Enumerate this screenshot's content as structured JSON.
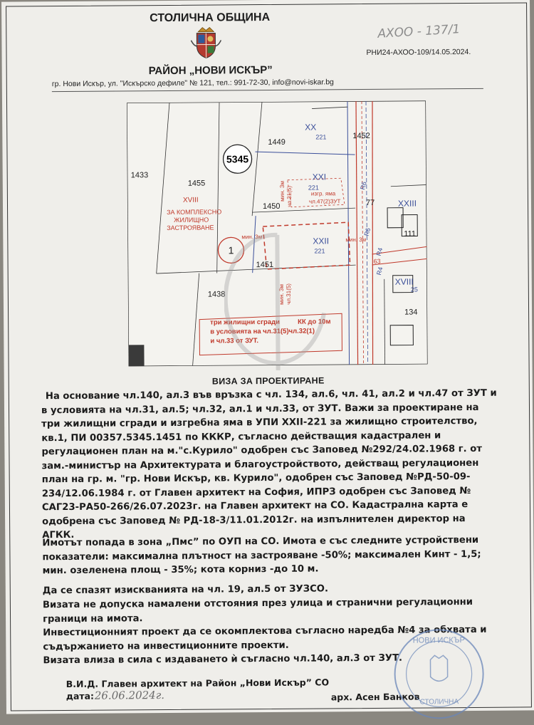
{
  "header": {
    "municipality": "СТОЛИЧНА ОБЩИНА",
    "district": "РАЙОН „НОВИ ИСКЪР”",
    "address": "гр. Нови Искър, ул. \"Искърско дефиле\" № 121, тел.: 991-72-30, info@novi-iskar.bg",
    "handwritten_ref": "АХОО - 137/1",
    "reg_number": "РНИ24-АХОО-109/14.05.2024."
  },
  "map": {
    "plot_number": "5345",
    "parcels": [
      "1433",
      "1455",
      "1449",
      "1452",
      "1450",
      "1451",
      "1438",
      "77",
      "111",
      "134",
      "63"
    ],
    "upi": [
      "XX",
      "XXI",
      "XXII",
      "XXIII",
      "XVIII",
      "XVIII"
    ],
    "upi_sub": [
      "221",
      "221",
      "221",
      "25"
    ],
    "zone_label": [
      "XVIII",
      "ЗА КОМПЛЕКСНО",
      "ЖИЛИЩНО",
      "ЗАСТРОЯВАНЕ"
    ],
    "circle_label": "1",
    "street_codes": [
      "R6",
      "R6",
      "R4",
      "R4"
    ],
    "annotations": [
      "мин. 3м",
      "чл.31(5)",
      "изгр. яма",
      "чл.47(2)ЗУТ",
      "мин. 3м",
      "мин. 3м",
      "мин. 3м",
      "чл.31(5)"
    ],
    "buildings_note": [
      "три жилищни сгради",
      "КК до 10м",
      "в условията на чл.31(5)чл.32(1)",
      "и чл.33 от ЗУТ."
    ]
  },
  "title": "ВИЗА ЗА ПРОЕКТИРАНЕ",
  "body": {
    "p1": "На основание чл.140, ал.3 във връзка с чл. 134, ал.6, чл. 41, ал.2 и чл.47 от ЗУТ и в условията на чл.31, ал.5; чл.32, ал.1 и чл.33, от ЗУТ. Важи за проектиране на три жилищни сгради и изгребна яма в УПИ XXII-221 за жилищно строителство, кв.1, ПИ 00357.5345.1451 по КККР, съгласно действащия кадастрален и регулационен план на м.\"с.Курило\" одобрен със Заповед №292/24.02.1968 г. от зам.-министър на Архитектурата и благоустройството, действащ регулационен план на гр. м. \"гр. Нови Искър, кв. Курило\", одобрен със Заповед №РД-50-09-234/12.06.1984 г. от Главен архитект на София, ИПРЗ одобрен със Заповед № САГ23-РА50-266/26.07.2023г. на Главен архитект на СО. Кадастрална карта е одобрена със Заповед № РД-18-3/11.01.2012г. на изпълнителен директор на АГКК.",
    "p2a": "Имотът попада в зона ",
    "p2zone": "„Пмс”",
    "p2b": " по ОУП на СО. Имота е със следните устройствени показатели: максимална плътност на застрояване -50%; максимален Кинт - 1,5; мин. озеленена площ - 35%; кота корниз -до 10 м.",
    "p3": "Да се спазят изискванията на чл. 19, ал.5 от ЗУЗСО.",
    "p4": "Визата не допуска намалени отстояния през улица и странични регулационни граници на имота.",
    "p5": "Инвестиционният проект да се окомплектова съгласно наредба №4 за обхвата и съдържанието на инвестиционните проекти.",
    "p6": "Визата влиза в сила с издаването ѝ съгласно чл.140, ал.3 от ЗУТ."
  },
  "signature": {
    "role": "В.И.Д. Главен архитект на Район „Нови Искър” СО",
    "date_label": "дата:",
    "date_value": "26.06.2024г.",
    "name": "арх. Асен Банков"
  },
  "stamp_text": [
    "НОВИ ИСКЪР",
    "СТОЛИЧНА"
  ],
  "colors": {
    "paper": "#efeeea",
    "ink": "#1b1b1b",
    "red_annot": "#c0392b",
    "blue_line": "#3b4f9a",
    "stamp_blue": "#6a86b8"
  }
}
